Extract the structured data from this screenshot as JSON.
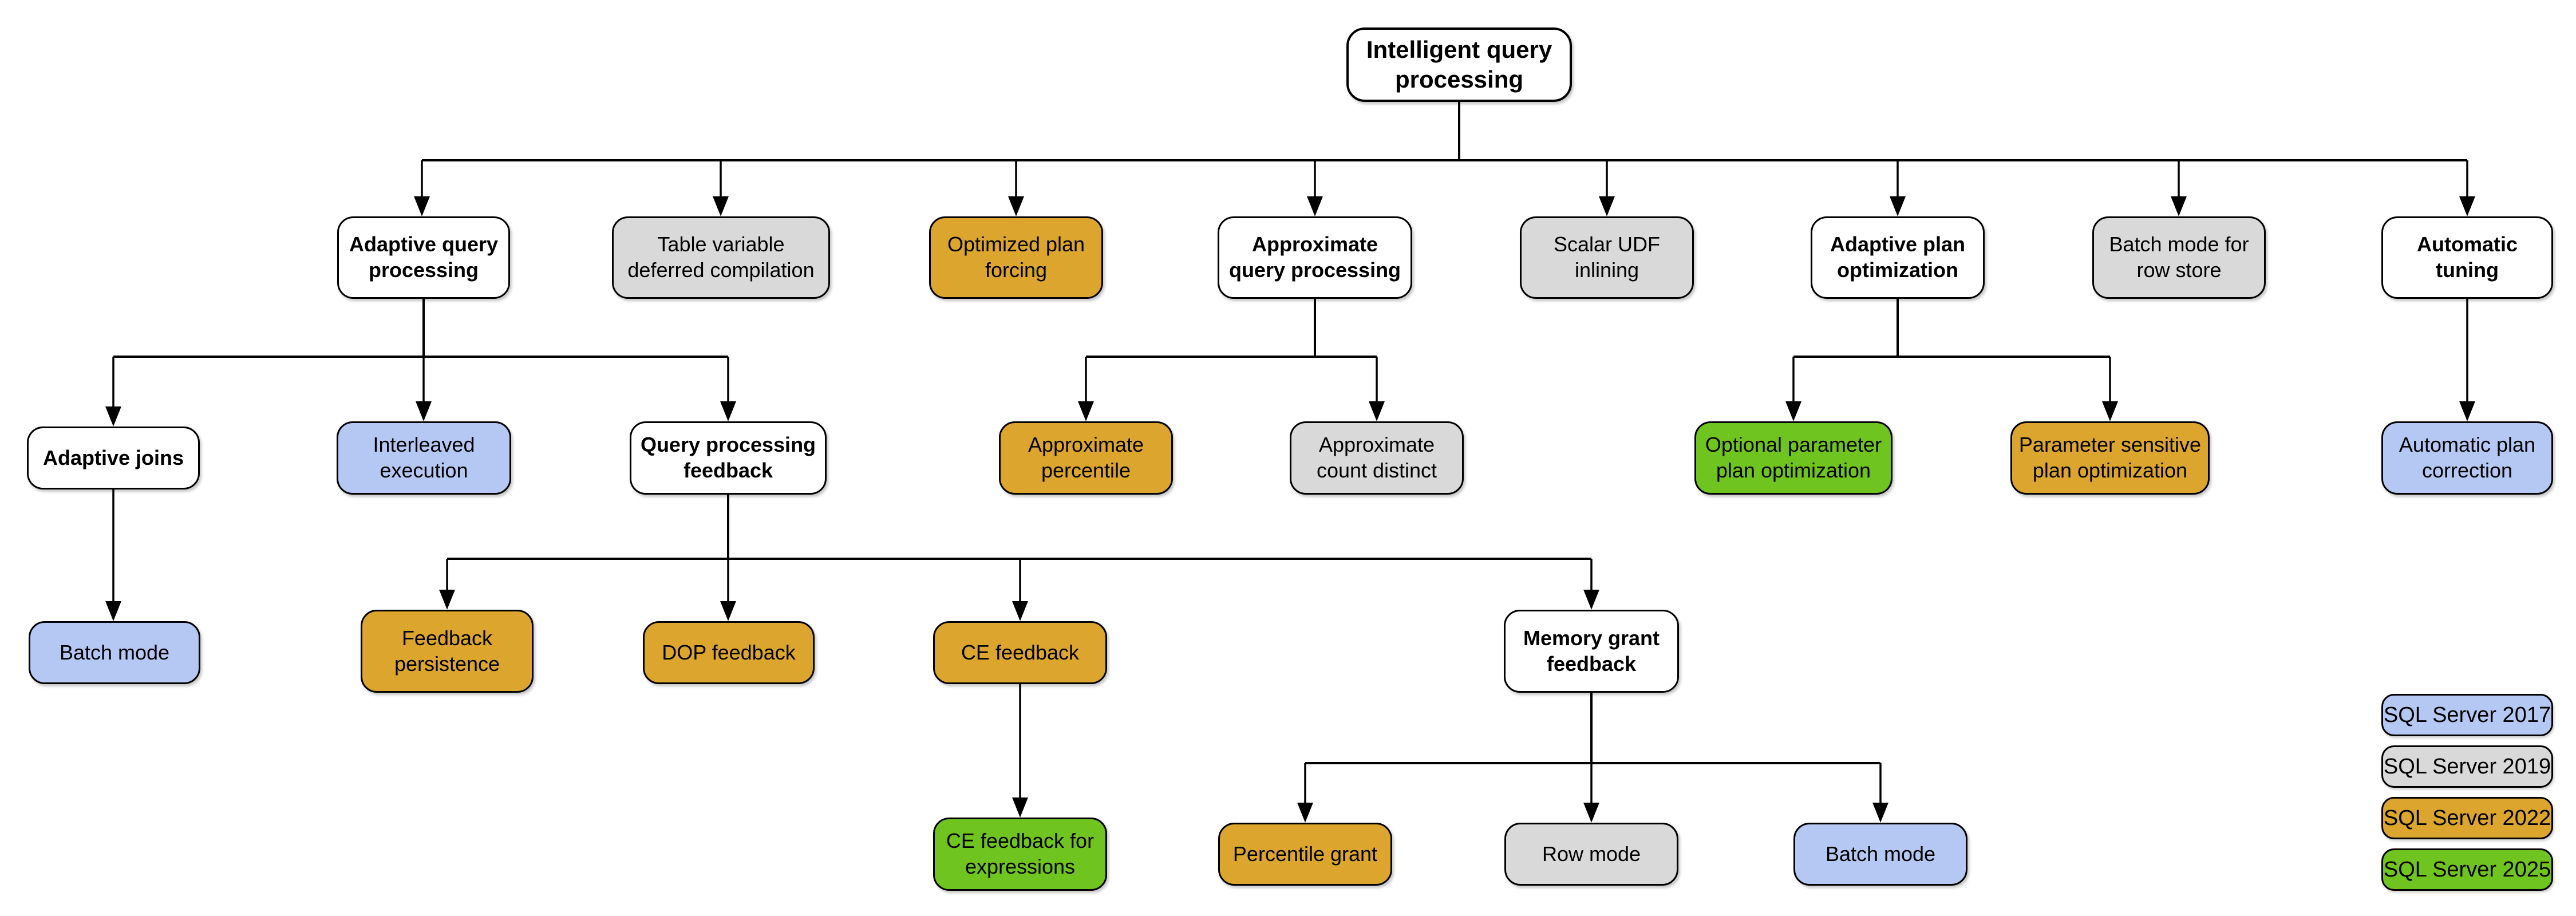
{
  "colors": {
    "plain": "#FFFFFF",
    "sql2017": "#B5C8F3",
    "sql2019": "#D9D9D9",
    "sql2022": "#DCA52D",
    "sql2025": "#70C41F"
  },
  "nodes": [
    {
      "id": "root",
      "label": "Intelligent query\nprocessing",
      "version": "plain"
    },
    {
      "id": "adaptive-query-processing",
      "label": "Adaptive query\nprocessing",
      "version": "plain"
    },
    {
      "id": "table-variable-deferred-compilation",
      "label": "Table variable\ndeferred compilation",
      "version": "sql2019"
    },
    {
      "id": "optimized-plan-forcing",
      "label": "Optimized plan\nforcing",
      "version": "sql2022"
    },
    {
      "id": "approximate-query-processing",
      "label": "Approximate\nquery processing",
      "version": "plain"
    },
    {
      "id": "scalar-udf-inlining",
      "label": "Scalar UDF\ninlining",
      "version": "sql2019"
    },
    {
      "id": "adaptive-plan-optimization",
      "label": "Adaptive plan\noptimization",
      "version": "plain"
    },
    {
      "id": "batch-mode-for-row-store",
      "label": "Batch mode for\nrow store",
      "version": "sql2019"
    },
    {
      "id": "automatic-tuning",
      "label": "Automatic\ntuning",
      "version": "plain"
    },
    {
      "id": "adaptive-joins",
      "label": "Adaptive joins",
      "version": "plain"
    },
    {
      "id": "interleaved-execution",
      "label": "Interleaved\nexecution",
      "version": "sql2017"
    },
    {
      "id": "query-processing-feedback",
      "label": "Query processing\nfeedback",
      "version": "plain"
    },
    {
      "id": "approximate-percentile",
      "label": "Approximate\npercentile",
      "version": "sql2022"
    },
    {
      "id": "approximate-count-distinct",
      "label": "Approximate\ncount distinct",
      "version": "sql2019"
    },
    {
      "id": "optional-parameter-plan-optimization",
      "label": "Optional parameter\nplan optimization",
      "version": "sql2025"
    },
    {
      "id": "parameter-sensitive-plan-optimization",
      "label": "Parameter sensitive\nplan optimization",
      "version": "sql2022"
    },
    {
      "id": "automatic-plan-correction",
      "label": "Automatic plan\ncorrection",
      "version": "sql2017"
    },
    {
      "id": "batch-mode-adaptive-joins",
      "label": "Batch mode",
      "version": "sql2017"
    },
    {
      "id": "feedback-persistence",
      "label": "Feedback\npersistence",
      "version": "sql2022"
    },
    {
      "id": "dop-feedback",
      "label": "DOP feedback",
      "version": "sql2022"
    },
    {
      "id": "ce-feedback",
      "label": "CE feedback",
      "version": "sql2022"
    },
    {
      "id": "memory-grant-feedback",
      "label": "Memory grant\nfeedback",
      "version": "plain"
    },
    {
      "id": "ce-feedback-for-expressions",
      "label": "CE feedback for\nexpressions",
      "version": "sql2025"
    },
    {
      "id": "percentile-grant",
      "label": "Percentile grant",
      "version": "sql2022"
    },
    {
      "id": "row-mode",
      "label": "Row mode",
      "version": "sql2019"
    },
    {
      "id": "batch-mode-memory-grant",
      "label": "Batch mode",
      "version": "sql2017"
    }
  ],
  "legend": {
    "items": [
      {
        "label": "SQL Server 2017",
        "version": "sql2017"
      },
      {
        "label": "SQL Server 2019",
        "version": "sql2019"
      },
      {
        "label": "SQL Server 2022",
        "version": "sql2022"
      },
      {
        "label": "SQL Server 2025",
        "version": "sql2025"
      }
    ]
  }
}
